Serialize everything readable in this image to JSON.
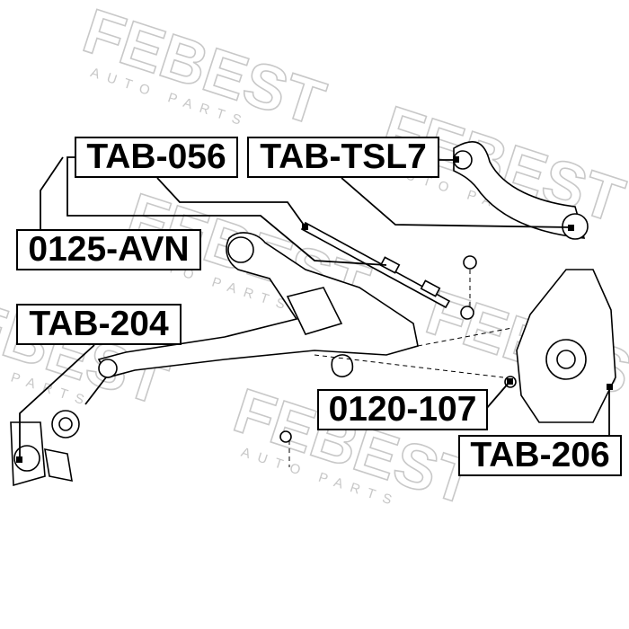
{
  "watermark": {
    "brand": "FEBEST",
    "tagline": "AUTO PARTS"
  },
  "labels": [
    {
      "id": "tab-056",
      "text": "TAB-056"
    },
    {
      "id": "tab-tsl7",
      "text": "TAB-TSL7"
    },
    {
      "id": "0125-avn",
      "text": "0125-AVN"
    },
    {
      "id": "tab-204",
      "text": "TAB-204"
    },
    {
      "id": "0120-107",
      "text": "0120-107"
    },
    {
      "id": "tab-206",
      "text": "TAB-206"
    }
  ]
}
